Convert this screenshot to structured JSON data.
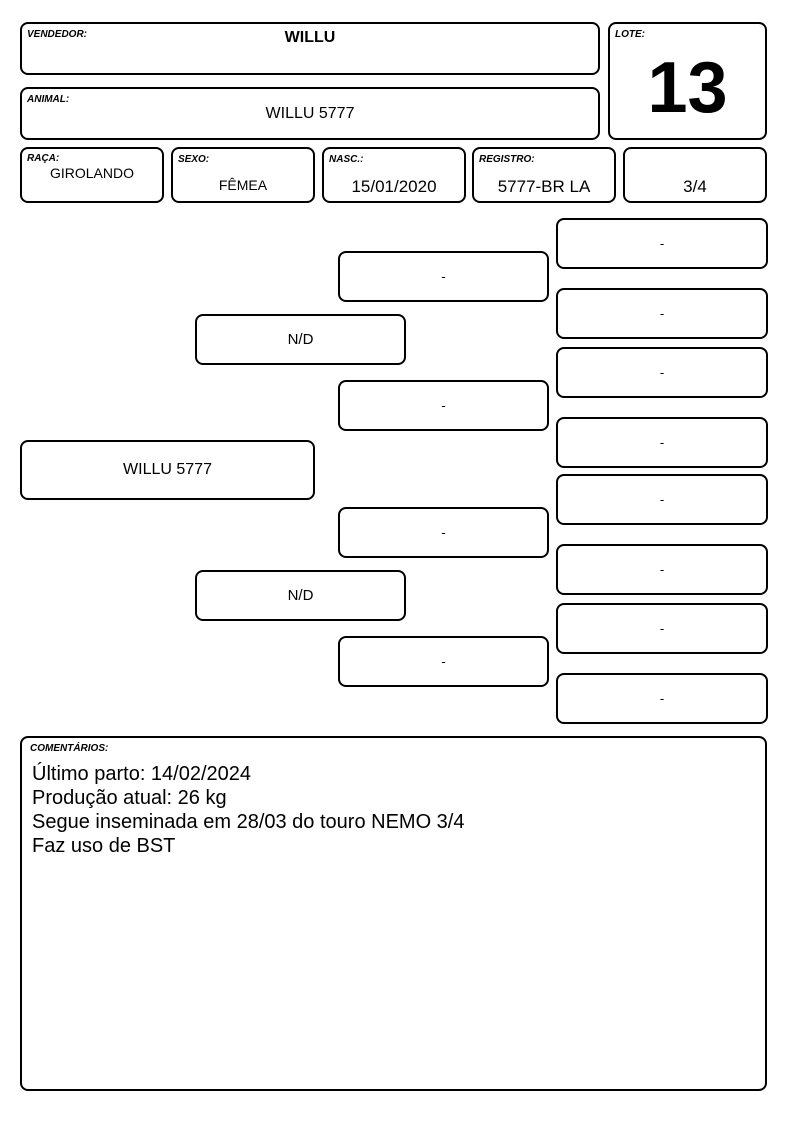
{
  "header": {
    "vendedor_label": "VENDEDOR:",
    "vendedor": "WILLU",
    "animal_label": "ANIMAL:",
    "animal": "WILLU 5777",
    "lote_label": "LOTE:",
    "lote": "13"
  },
  "info": {
    "raca_label": "RAÇA:",
    "raca": "GIROLANDO",
    "sexo_label": "SEXO:",
    "sexo": "FÊMEA",
    "nasc_label": "NASC.:",
    "nasc": "15/01/2020",
    "registro_label": "REGISTRO:",
    "registro": "5777-BR LA",
    "grau": "3/4"
  },
  "pedigree": {
    "self": "WILLU 5777",
    "parents": [
      "N/D",
      "N/D"
    ],
    "grandparents": [
      "-",
      "-",
      "-",
      "-"
    ],
    "great_grandparents": [
      "-",
      "-",
      "-",
      "-",
      "-",
      "-",
      "-",
      "-"
    ]
  },
  "comments": {
    "label": "COMENTÁRIOS:",
    "lines": [
      "Último parto: 14/02/2024",
      "Produção atual: 26 kg",
      "Segue inseminada em 28/03 do touro NEMO 3/4",
      "Faz uso de BST"
    ]
  }
}
